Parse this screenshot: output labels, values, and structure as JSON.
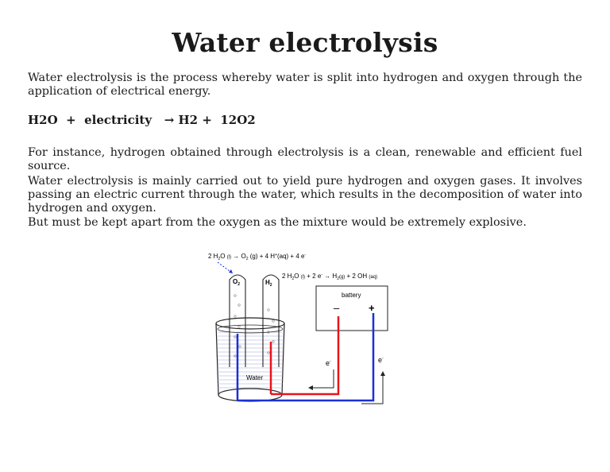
{
  "page": {
    "title": "Water electrolysis",
    "para1": "Water electrolysis is the process whereby water is split into hydrogen and oxygen through the application of electrical energy.",
    "equation": "H2O  +  electricity   → H2 +  12O2",
    "para2": "For instance, hydrogen obtained through electrolysis is a clean, renewable and efficient fuel source.",
    "para3": "Water electrolysis is mainly carried out to yield pure hydrogen and oxygen gases. It involves passing an electric current through the water, which results in the decomposition of water into hydrogen and oxygen.",
    "para4": "But must be kept apart from the oxygen as the mixture would be extremely explosive."
  },
  "diagram": {
    "anode_equation": "2 H2O (l) → O2(g) + 4 H+(aq) + 4 e-",
    "cathode_equation": "2 H2O (l) + 2 e- → H2(g) + 2 OH (aq)",
    "battery_label": "battery",
    "minus": "–",
    "plus": "+",
    "o2_label": "O2",
    "h2_label": "H2",
    "electron_left": "e-",
    "electron_right": "e-",
    "water_label": "Water",
    "wire_colors": {
      "red": "#e8141b",
      "blue": "#1c2fd6"
    }
  }
}
